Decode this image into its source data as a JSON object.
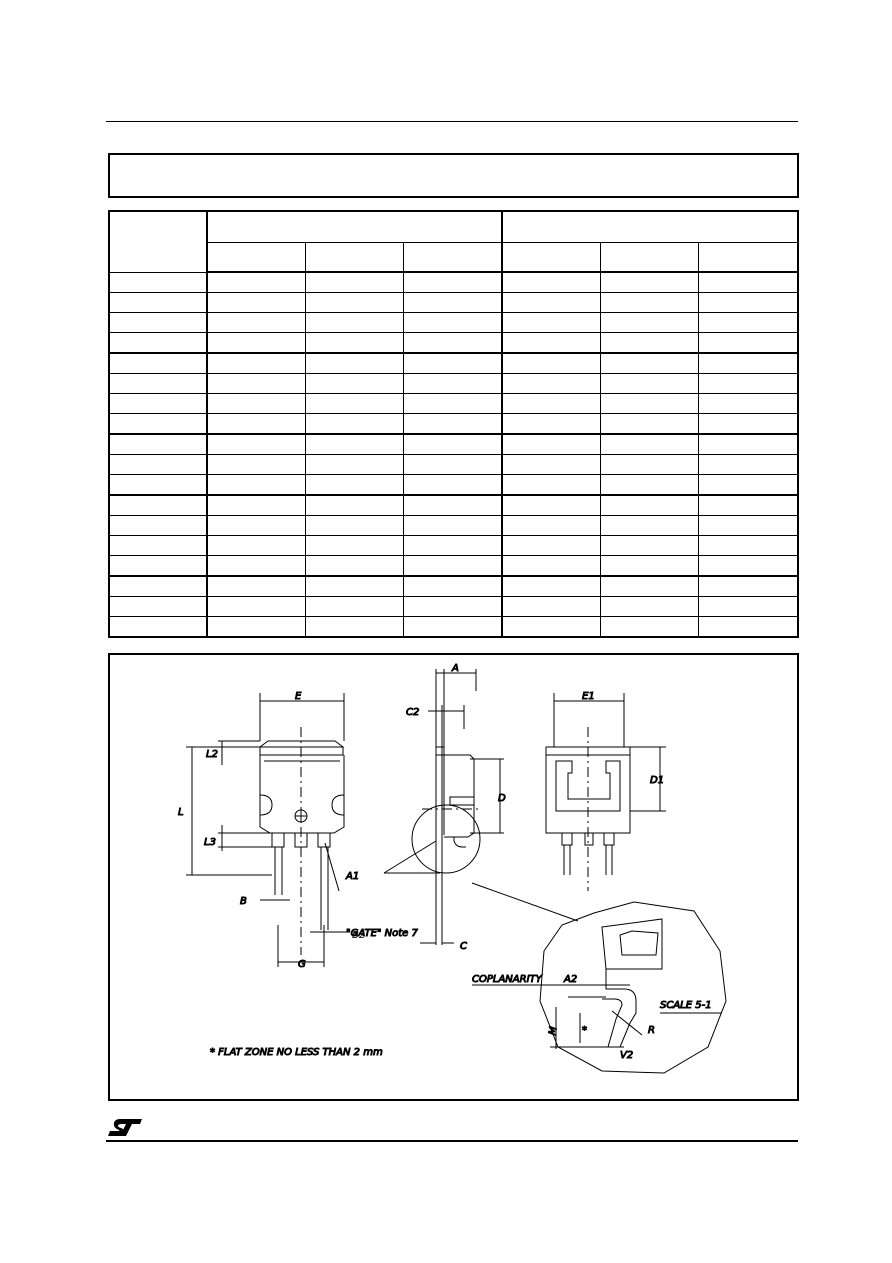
{
  "drawing": {
    "labels": {
      "E": "E",
      "E1": "E1",
      "A": "A",
      "C2": "C2",
      "L2": "L2",
      "L": "L",
      "L3": "L3",
      "D": "D",
      "D1": "D1",
      "A1": "A1",
      "B": "B",
      "B2": "B2",
      "G": "G",
      "C": "C",
      "A2": "A2",
      "M": "M",
      "R": "R",
      "V2": "V2",
      "star": "*"
    },
    "gate_note": "\"GATE\" Note 7",
    "coplanarity": "COPLANARITY",
    "scale": "SCALE 5-1",
    "flat_zone_note": "*   FLAT ZONE NO LESS THAN 2 mm"
  }
}
